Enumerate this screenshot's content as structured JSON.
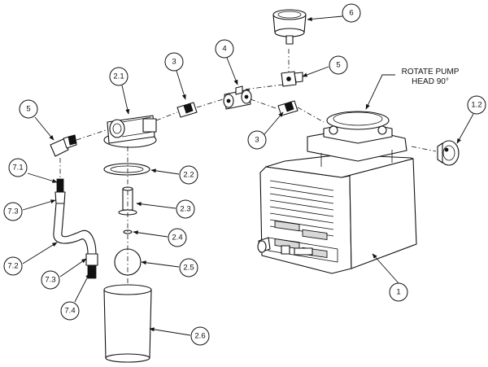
{
  "note": {
    "line1": "ROTATE PUMP",
    "line2": "HEAD 90°"
  },
  "callouts": [
    {
      "id": "c1",
      "label": "1"
    },
    {
      "id": "c1_2",
      "label": "1.2"
    },
    {
      "id": "c2_1",
      "label": "2.1"
    },
    {
      "id": "c2_2",
      "label": "2.2"
    },
    {
      "id": "c2_3",
      "label": "2.3"
    },
    {
      "id": "c2_4",
      "label": "2.4"
    },
    {
      "id": "c2_5",
      "label": "2.5"
    },
    {
      "id": "c2_6",
      "label": "2.6"
    },
    {
      "id": "c3a",
      "label": "3"
    },
    {
      "id": "c3b",
      "label": "3"
    },
    {
      "id": "c4",
      "label": "4"
    },
    {
      "id": "c5a",
      "label": "5"
    },
    {
      "id": "c5b",
      "label": "5"
    },
    {
      "id": "c6",
      "label": "6"
    },
    {
      "id": "c7_1",
      "label": "7.1"
    },
    {
      "id": "c7_2",
      "label": "7.2"
    },
    {
      "id": "c7_3a",
      "label": "7.3"
    },
    {
      "id": "c7_3b",
      "label": "7.3"
    },
    {
      "id": "c7_4",
      "label": "7.4"
    }
  ]
}
